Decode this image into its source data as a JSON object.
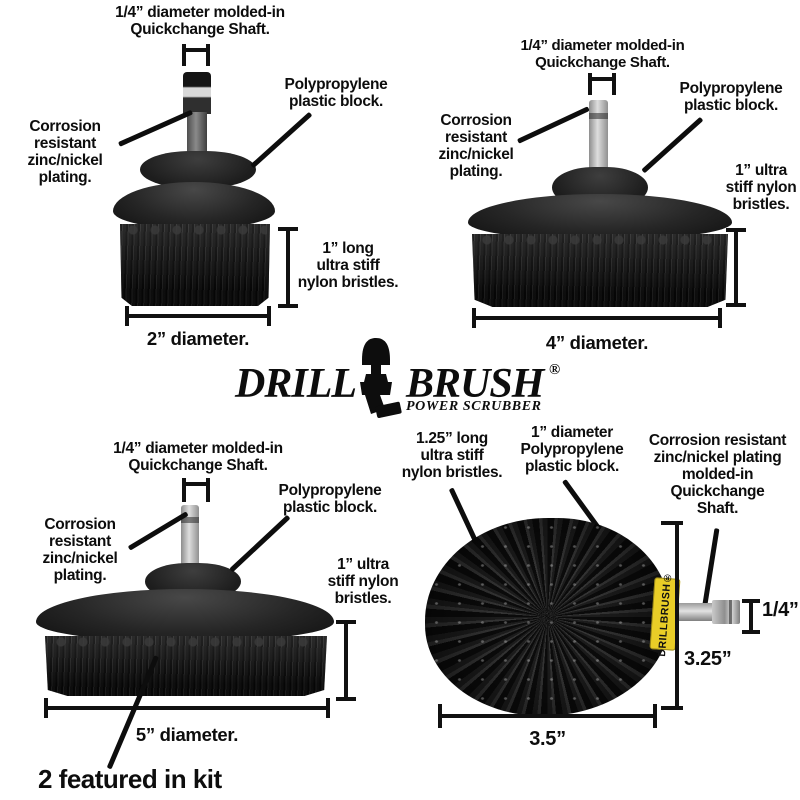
{
  "brand": {
    "word1": "DRILL",
    "word2": "BRUSH",
    "registered": "®",
    "tagline": "POWER SCRUBBER"
  },
  "colors": {
    "ink": "#0d0d0d",
    "label_yellow": "#e9cd27"
  },
  "brushes": {
    "flat2": {
      "shaft": [
        "1/4” diameter molded-in",
        "Quickchange Shaft."
      ],
      "block": [
        "Polypropylene",
        "plastic block."
      ],
      "plating": [
        "Corrosion",
        "resistant",
        "zinc/nickel",
        "plating."
      ],
      "bristles": [
        "1” long",
        "ultra stiff",
        "nylon bristles."
      ],
      "diameter": "2” diameter."
    },
    "flat4": {
      "shaft": [
        "1/4” diameter molded-in",
        "Quickchange Shaft."
      ],
      "block": [
        "Polypropylene",
        "plastic block."
      ],
      "plating": [
        "Corrosion",
        "resistant",
        "zinc/nickel",
        "plating."
      ],
      "bristles": [
        "1” ultra",
        "stiff nylon",
        "bristles."
      ],
      "diameter": "4” diameter."
    },
    "flat5": {
      "shaft": [
        "1/4” diameter molded-in",
        "Quickchange Shaft."
      ],
      "block": [
        "Polypropylene",
        "plastic block."
      ],
      "plating": [
        "Corrosion",
        "resistant",
        "zinc/nickel",
        "plating."
      ],
      "bristles": [
        "1” ultra",
        "stiff nylon",
        "bristles."
      ],
      "diameter": "5” diameter.",
      "kit_note": "2 featured in kit"
    },
    "corner": {
      "bristles": [
        "1.25” long",
        "ultra stiff",
        "nylon bristles."
      ],
      "block": [
        "1” diameter",
        "Polypropylene",
        "plastic block."
      ],
      "shaft": [
        "Corrosion resistant",
        "zinc/nickel plating",
        "molded-in",
        "Quickchange",
        "Shaft."
      ],
      "side_label": "DRILLBRUSH®",
      "dim_shaft": "1/4”",
      "dim_height": "3.25”",
      "dim_width": "3.5”"
    }
  }
}
